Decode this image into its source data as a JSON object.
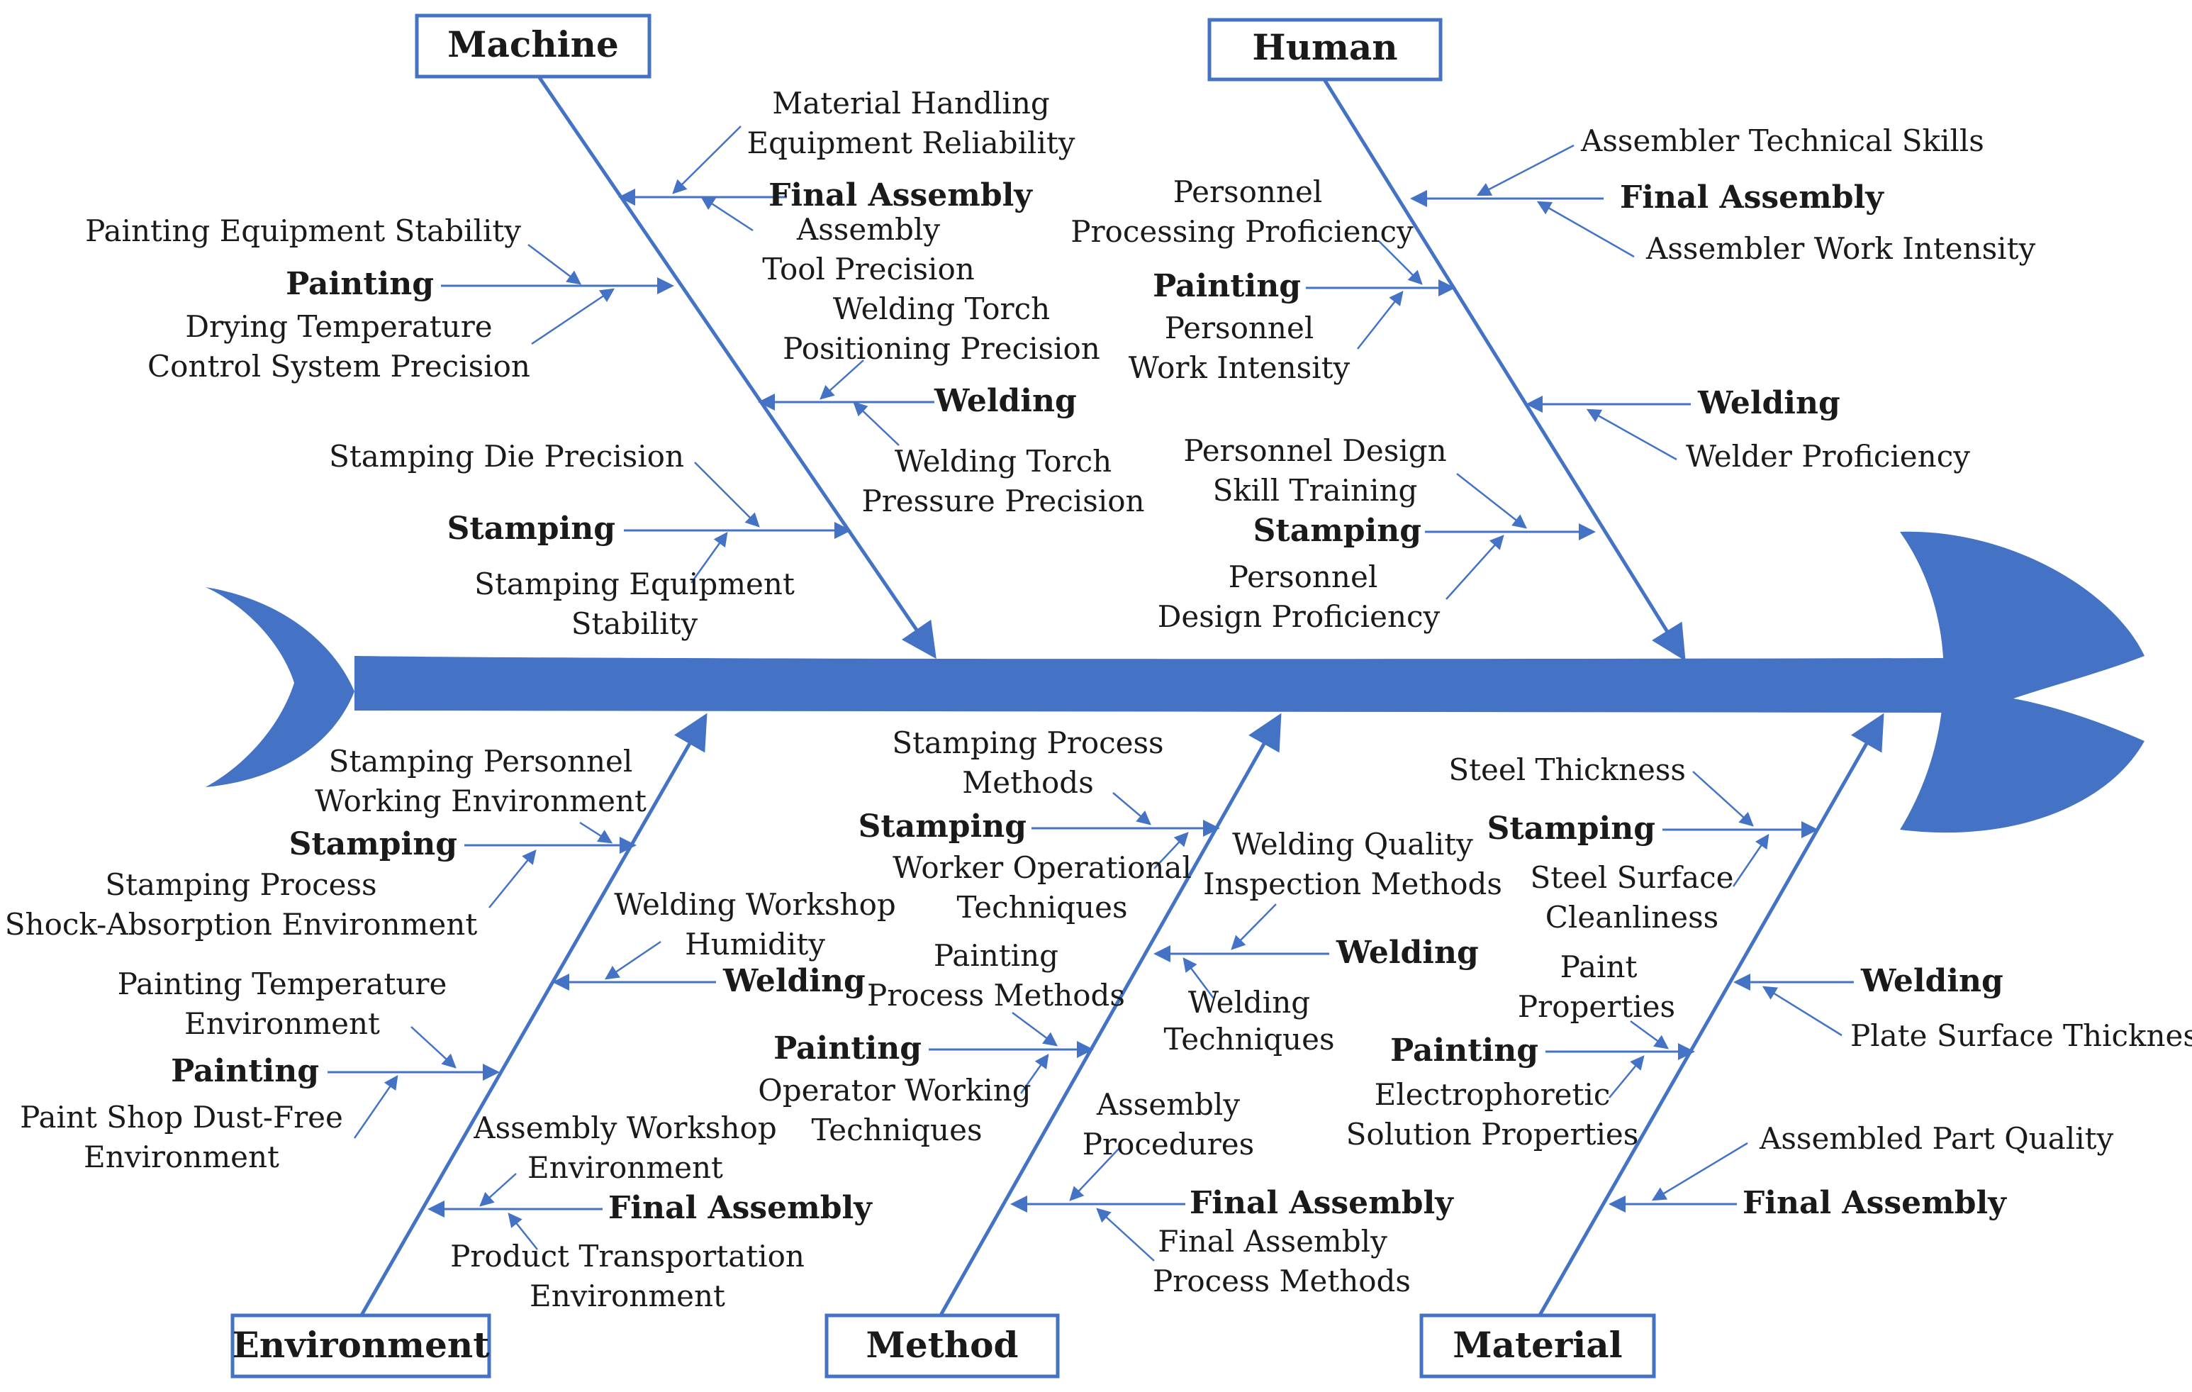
{
  "colors": {
    "accent": "#4472c4",
    "text": "#1a1a1a",
    "background": "#ffffff"
  },
  "categories": {
    "machine": "Machine",
    "human": "Human",
    "environment": "Environment",
    "method": "Method",
    "material": "Material"
  },
  "machine": {
    "final_assembly": {
      "label": "Final Assembly",
      "cause_1a": "Material Handling",
      "cause_1b": "Equipment Reliability",
      "cause_2a": "Assembly",
      "cause_2b": "Tool Precision"
    },
    "painting": {
      "label": "Painting",
      "cause_1": "Painting Equipment Stability",
      "cause_2a": "Drying Temperature",
      "cause_2b": "Control System Precision"
    },
    "welding": {
      "label": "Welding",
      "cause_1a": "Welding Torch",
      "cause_1b": "Positioning Precision",
      "cause_2a": "Welding Torch",
      "cause_2b": "Pressure Precision"
    },
    "stamping": {
      "label": "Stamping",
      "cause_1": "Stamping Die Precision",
      "cause_2a": "Stamping Equipment",
      "cause_2b": "Stability"
    }
  },
  "human": {
    "final_assembly": {
      "label": "Final Assembly",
      "cause_1": "Assembler Technical Skills",
      "cause_2": "Assembler Work Intensity"
    },
    "painting": {
      "label": "Painting",
      "cause_1a": "Personnel",
      "cause_1b": "Processing Proficiency",
      "cause_2a": "Personnel",
      "cause_2b": "Work Intensity"
    },
    "welding": {
      "label": "Welding",
      "cause_1": "Welder Proficiency"
    },
    "stamping": {
      "label": "Stamping",
      "cause_1a": "Personnel Design",
      "cause_1b": "Skill Training",
      "cause_2a": "Personnel",
      "cause_2b": "Design Proficiency"
    }
  },
  "environment": {
    "stamping": {
      "label": "Stamping",
      "cause_1a": "Stamping Personnel",
      "cause_1b": "Working Environment",
      "cause_2a": "Stamping Process",
      "cause_2b": "Shock-Absorption Environment"
    },
    "welding": {
      "label": "Welding",
      "cause_1a": "Welding Workshop",
      "cause_1b": "Humidity"
    },
    "painting": {
      "label": "Painting",
      "cause_1a": "Painting Temperature",
      "cause_1b": "Environment",
      "cause_2a": "Paint Shop Dust-Free",
      "cause_2b": "Environment"
    },
    "final_assembly": {
      "label": "Final Assembly",
      "cause_1a": "Assembly Workshop",
      "cause_1b": "Environment",
      "cause_2a": "Product Transportation",
      "cause_2b": "Environment"
    }
  },
  "method": {
    "stamping": {
      "label": "Stamping",
      "cause_1a": "Stamping Process",
      "cause_1b": "Methods",
      "cause_2a": "Worker Operational",
      "cause_2b": "Techniques"
    },
    "welding": {
      "label": "Welding",
      "cause_1a": "Welding Quality",
      "cause_1b": "Inspection Methods",
      "cause_2a": "Welding",
      "cause_2b": "Techniques"
    },
    "painting": {
      "label": "Painting",
      "cause_1a": "Painting",
      "cause_1b": "Process Methods",
      "cause_2a": "Operator Working",
      "cause_2b": "Techniques"
    },
    "final_assembly": {
      "label": "Final Assembly",
      "cause_1a": "Assembly",
      "cause_1b": "Procedures",
      "cause_2a": "Final Assembly",
      "cause_2b": "Process Methods"
    }
  },
  "material": {
    "stamping": {
      "label": "Stamping",
      "cause_1": "Steel Thickness",
      "cause_2a": "Steel Surface",
      "cause_2b": "Cleanliness"
    },
    "welding": {
      "label": "Welding",
      "cause_1": "Plate Surface Thickness"
    },
    "painting": {
      "label": "Painting",
      "cause_1a": "Paint",
      "cause_1b": "Properties",
      "cause_2a": "Electrophoretic",
      "cause_2b": "Solution Properties"
    },
    "final_assembly": {
      "label": "Final Assembly",
      "cause_1": "Assembled Part Quality"
    }
  }
}
